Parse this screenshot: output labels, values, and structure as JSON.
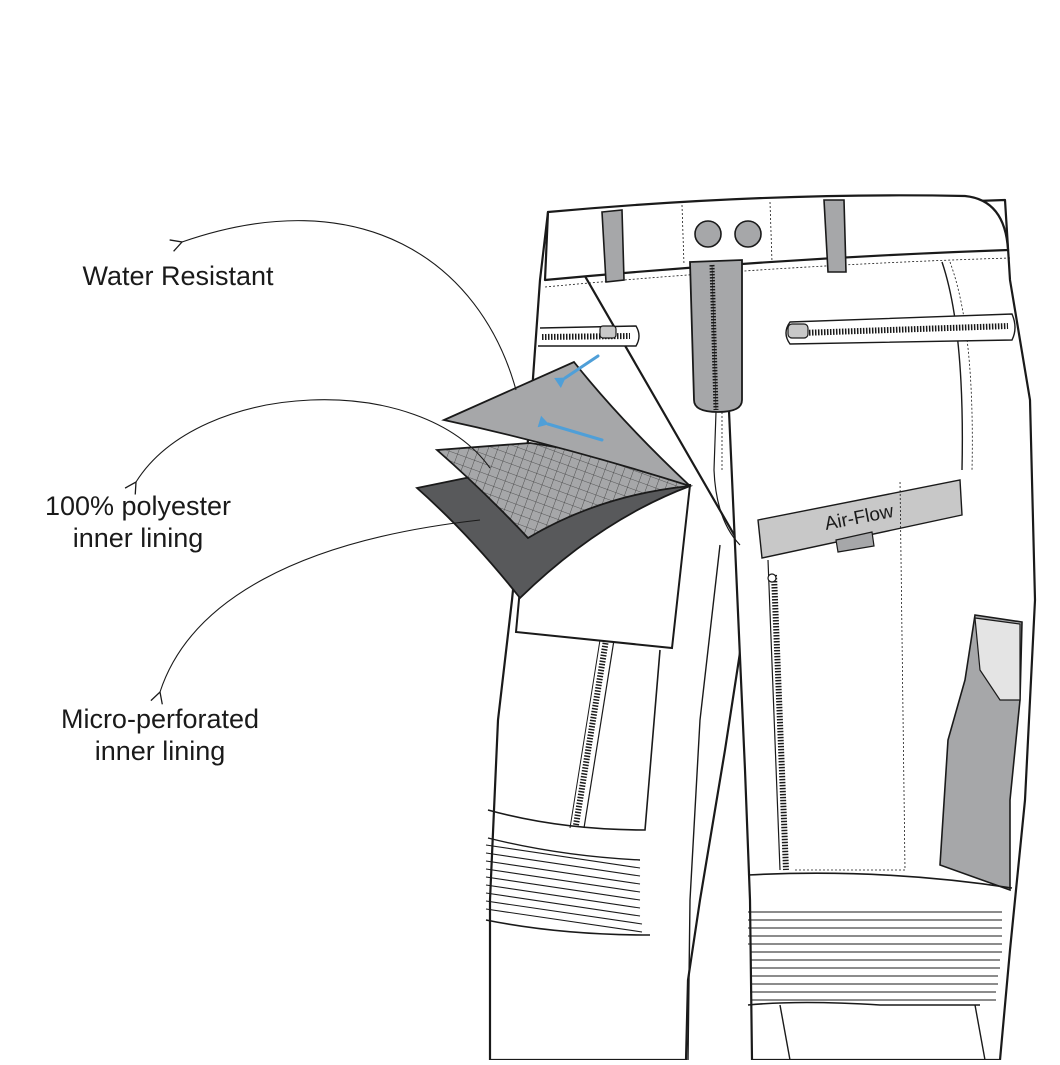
{
  "labels": {
    "water_resistant": "Water Resistant",
    "polyester_line1": "100% polyester",
    "polyester_line2": "inner lining",
    "micro_line1": "Micro-perforated",
    "micro_line2": "inner lining",
    "airflow": "Air-Flow"
  },
  "colors": {
    "outline": "#1a1a1a",
    "light_gray": "#c8c8c8",
    "mid_gray": "#a6a7a9",
    "dark_gray": "#58595b",
    "arrow_blue": "#4f9fd8"
  }
}
